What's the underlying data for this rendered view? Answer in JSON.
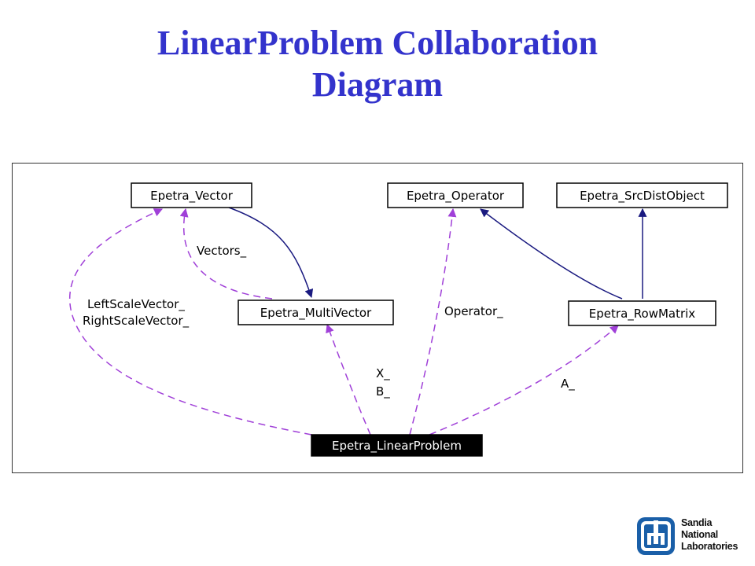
{
  "title": {
    "line1": "LinearProblem Collaboration",
    "line2": "Diagram"
  },
  "diagram": {
    "nodes": {
      "vector": "Epetra_Vector",
      "operator": "Epetra_Operator",
      "srcdist": "Epetra_SrcDistObject",
      "multivector": "Epetra_MultiVector",
      "rowmatrix": "Epetra_RowMatrix",
      "linearproblem": "Epetra_LinearProblem"
    },
    "edge_labels": {
      "vectors": "Vectors_",
      "left_scale": "LeftScaleVector_",
      "right_scale": "RightScaleVector_",
      "operator": "Operator_",
      "x": "X_",
      "b": "B_",
      "a": "A_"
    },
    "colors": {
      "usage_edge": "#a040d8",
      "inheritance_edge": "#1a1a80",
      "title": "#3333cc",
      "logo": "#1a5fa8"
    }
  },
  "logo": {
    "line1": "Sandia",
    "line2": "National",
    "line3": "Laboratories",
    "icon": "sandia-thunderbird-icon"
  }
}
